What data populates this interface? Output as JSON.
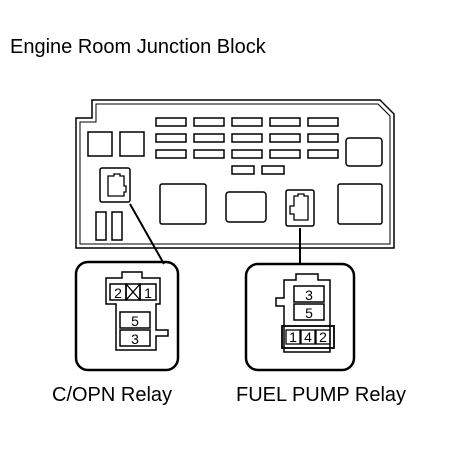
{
  "title": "Engine Room Junction Block",
  "relays": {
    "copn": {
      "label": "C/OPN Relay",
      "top_pins": [
        "2",
        "1"
      ],
      "mid_pin": "5",
      "bottom_pin": "3"
    },
    "fuel_pump": {
      "label": "FUEL PUMP Relay",
      "top_pin": "3",
      "mid_pin": "5",
      "bottom_pins": [
        "1",
        "4",
        "2"
      ]
    }
  }
}
